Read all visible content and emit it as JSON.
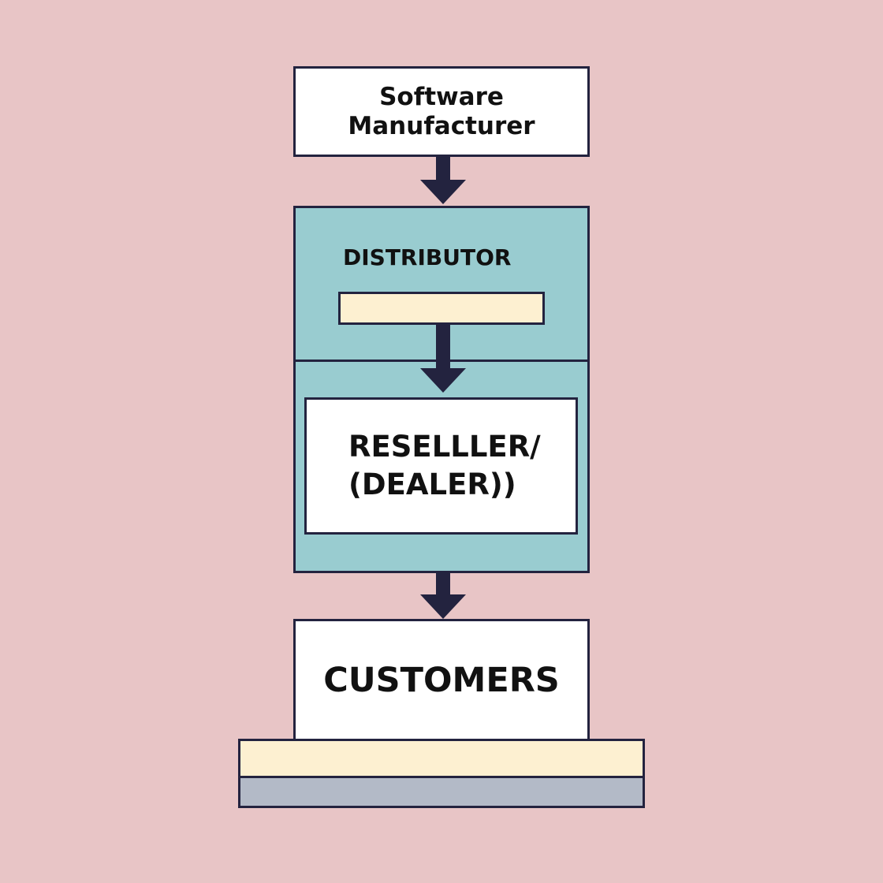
{
  "diagram": {
    "manufacturer": {
      "line1": "Software",
      "line2": "Manufacturer"
    },
    "distributor": {
      "label": "DISTRIBUTOR"
    },
    "reseller": {
      "line1": "RESELLLER/",
      "line2": "(DEALER))"
    },
    "customers": {
      "label": "CUSTOMERS"
    }
  },
  "colors": {
    "background": "#e8c5c6",
    "outline": "#23233f",
    "teal": "#99ccd0",
    "cream": "#fdf0d1",
    "slate": "#b3bac7",
    "white": "#ffffff"
  }
}
